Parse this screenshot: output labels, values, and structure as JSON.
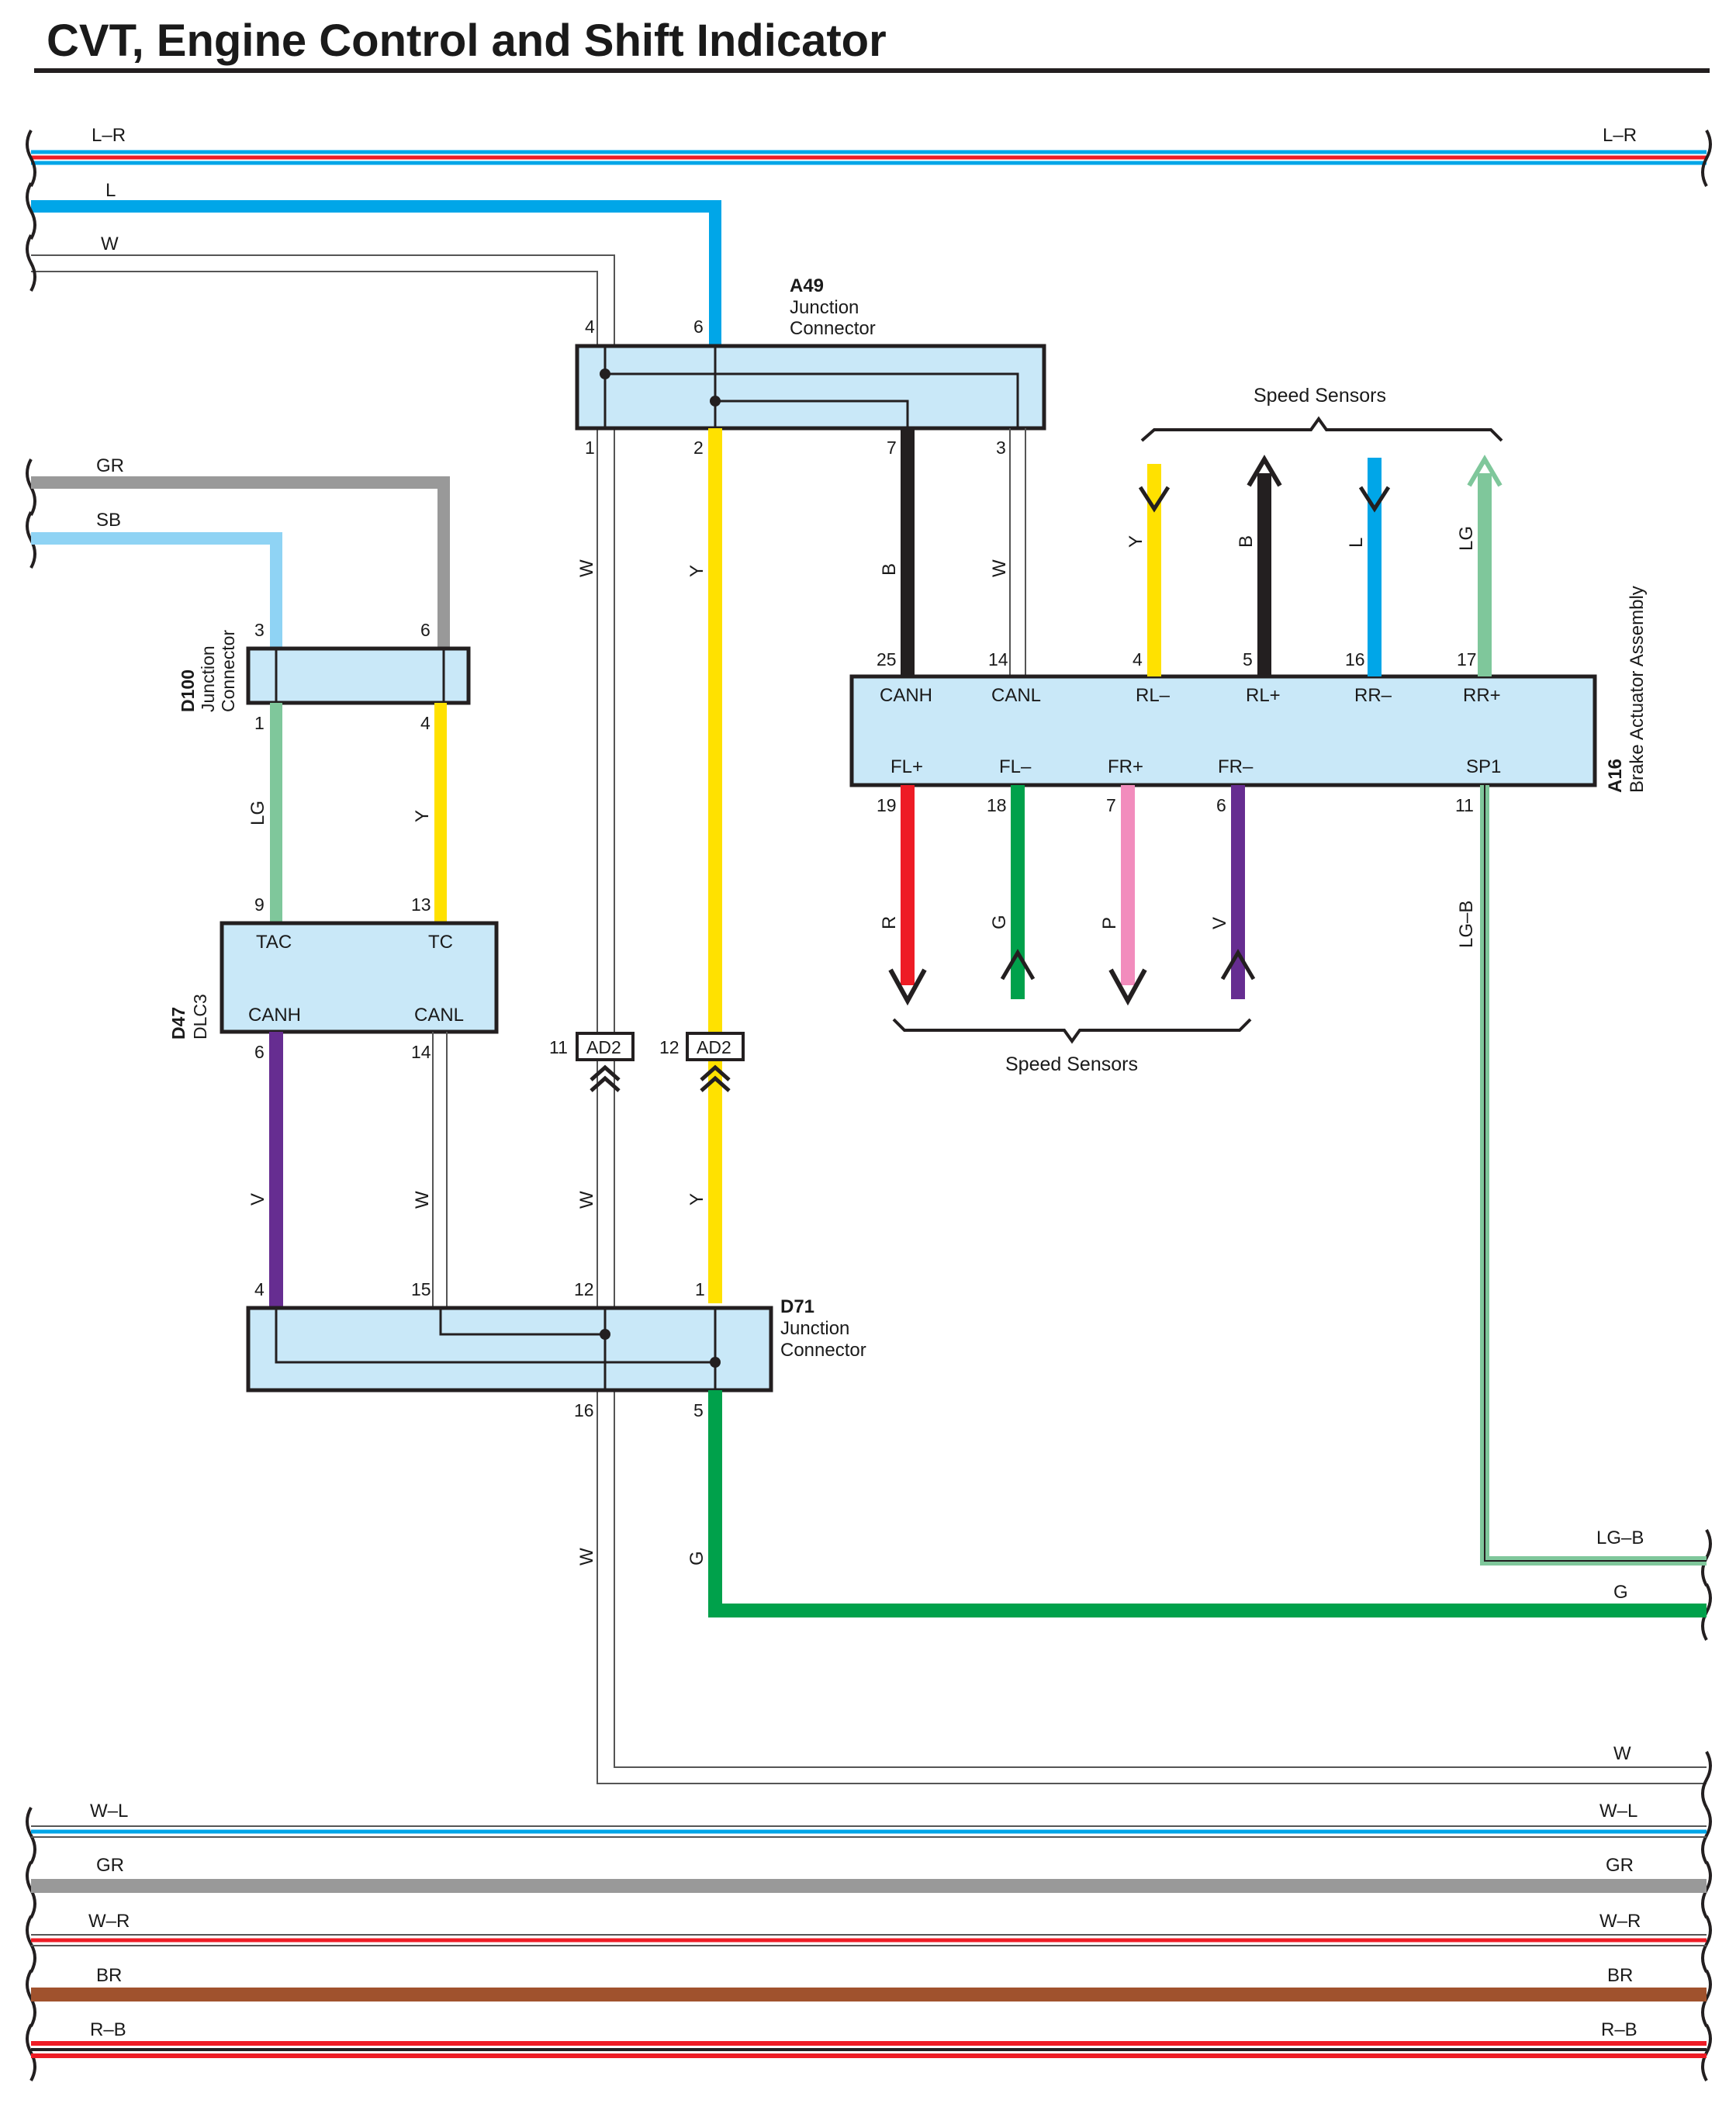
{
  "title": "CVT, Engine Control and Shift Indicator",
  "colors": {
    "L": "#00a6e8",
    "R": "#ee1c25",
    "W": "#ffffff",
    "GR": "#999999",
    "SB": "#8fd3f4",
    "LG": "#7fc79b",
    "Y": "#ffe100",
    "B": "#231f20",
    "V": "#662d91",
    "G": "#00a14b",
    "P": "#f28cbd",
    "BR": "#a0522d",
    "box": "#c9e8f8",
    "outline": "#231f20"
  },
  "wires": {
    "top": [
      "L–R",
      "L",
      "W"
    ],
    "left": [
      "GR",
      "SB"
    ],
    "bottom": [
      "W–L",
      "GR",
      "W–R",
      "BR",
      "R–B"
    ],
    "right": [
      "LG–B",
      "G",
      "W"
    ]
  },
  "components": {
    "a49": {
      "id": "A49",
      "name_line1": "Junction",
      "name_line2": "Connector",
      "pins": [
        "4",
        "6",
        "1",
        "2",
        "7",
        "3"
      ]
    },
    "d100": {
      "id": "D100",
      "name_line1": "Junction",
      "name_line2": "Connector",
      "pins": [
        "3",
        "6",
        "1",
        "4"
      ]
    },
    "d47": {
      "id": "D47",
      "name": "DLC3",
      "labels": [
        "TAC",
        "TC",
        "CANH",
        "CANL"
      ],
      "pins": [
        "9",
        "13",
        "6",
        "14"
      ]
    },
    "d71": {
      "id": "D71",
      "name_line1": "Junction",
      "name_line2": "Connector",
      "pins": [
        "4",
        "15",
        "12",
        "1",
        "16",
        "5"
      ]
    },
    "a16": {
      "id": "A16",
      "name": "Brake Actuator Assembly",
      "top_pins": [
        "25",
        "14",
        "4",
        "5",
        "16",
        "17"
      ],
      "top_labels": [
        "CANH",
        "CANL",
        "RL–",
        "RL+",
        "RR–",
        "RR+"
      ],
      "bottom_pins": [
        "19",
        "18",
        "7",
        "6",
        "11"
      ],
      "bottom_labels": [
        "FL+",
        "FL–",
        "FR+",
        "FR–",
        "SP1"
      ]
    },
    "ad2": {
      "label": "AD2",
      "pins": [
        "11",
        "12"
      ]
    }
  },
  "wire_labels": {
    "a49": [
      "W",
      "Y",
      "B",
      "W"
    ],
    "rear_sensors": [
      "Y",
      "B",
      "L",
      "LG"
    ],
    "front_sensors": [
      "R",
      "G",
      "P",
      "V"
    ],
    "sp1": "LG–B",
    "d100_d47": [
      "LG",
      "Y"
    ],
    "d47_d71": [
      "V",
      "W",
      "W",
      "Y"
    ],
    "d71_out": [
      "W",
      "G"
    ]
  },
  "speed_sensors_label": "Speed Sensors"
}
